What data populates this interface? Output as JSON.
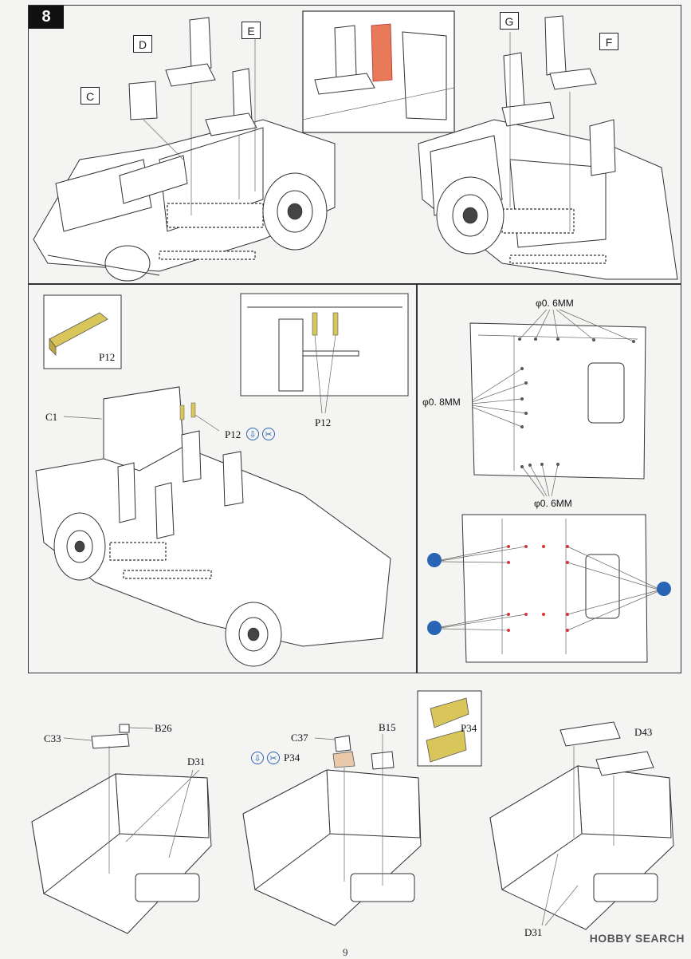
{
  "step_number": "8",
  "page_number": "9",
  "watermark": "HOBBY SEARCH",
  "top_section": {
    "labels": {
      "c": "C",
      "d": "D",
      "e": "E",
      "g": "G",
      "f": "F"
    }
  },
  "middle_left": {
    "part_inset_label": "P12",
    "c1_label": "C1",
    "p12_label": "P12",
    "detail_label": "P12"
  },
  "middle_right": {
    "drill_06_top": "φ0. 6MM",
    "drill_08": "φ0. 8MM",
    "drill_06_bottom": "φ0. 6MM"
  },
  "bottom_section": {
    "c33": "C33",
    "b26": "B26",
    "d31_left": "D31",
    "c37": "C37",
    "b15": "B15",
    "p34": "P34",
    "p34_inset": "P34",
    "d43": "D43",
    "d31_right": "D31"
  },
  "colors": {
    "pe_gold": "#d9c65a",
    "red_highlight": "#e87a5a",
    "icon_blue": "#2a64b5"
  }
}
